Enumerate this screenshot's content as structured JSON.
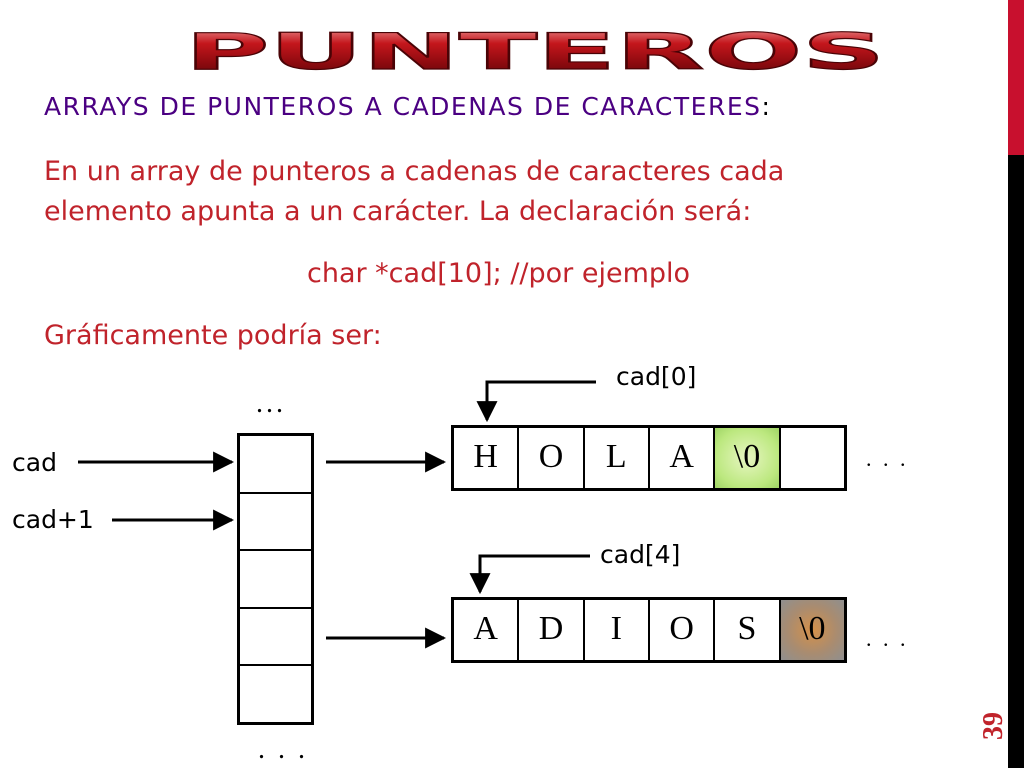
{
  "title": "PUNTEROS",
  "subtitle": "ARRAYS DE PUNTEROS A CADENAS DE CARACTERES",
  "subtitle_colon": ":",
  "intro_line1": "En un array de punteros a cadenas de caracteres cada",
  "intro_line2": "elemento apunta a un carácter. La declaración será:",
  "declaration": "char *cad[10]; //por ejemplo",
  "graphic_label": "Gráficamente podría ser:",
  "diagram": {
    "label_cad": "cad",
    "label_cad_plus1": "cad+1",
    "label_cad0": "cad[0]",
    "label_cad4": "cad[4]",
    "ellipsis_top": "...",
    "ellipsis_bottom": ". . .",
    "ellipsis_row1": ". . .",
    "ellipsis_row2": ". . .",
    "string1": [
      "H",
      "O",
      "L",
      "A",
      "\\0",
      ""
    ],
    "string2": [
      "A",
      "D",
      "I",
      "O",
      "S",
      "\\0"
    ]
  },
  "colors": {
    "accent_red": "#c8102e",
    "title_red": "#b5141c",
    "subtitle_purple": "#4b0082",
    "text_red": "#c0232b",
    "null_green": "#bce87f",
    "null_orange": "#d4904a"
  },
  "page_number": "39"
}
